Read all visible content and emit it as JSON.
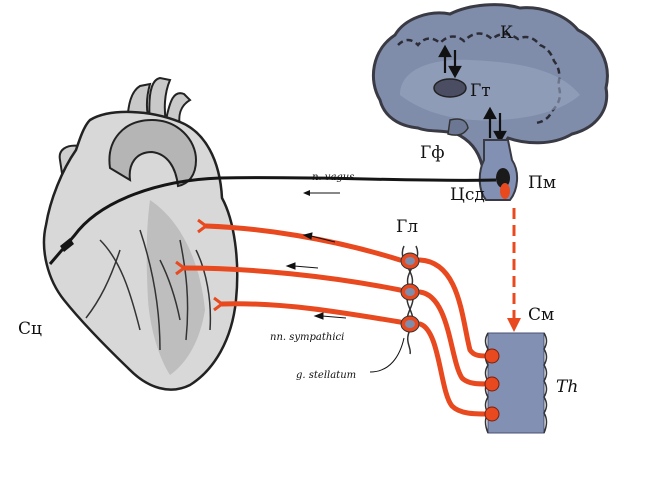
{
  "labels": {
    "cortex": "К",
    "hypothalamus": "Гт",
    "pituitary": "Гф",
    "medulla": "Пм",
    "cardio_center": "Цсд",
    "ganglia": "Гл",
    "heart": "Сц",
    "spinal_cord": "См",
    "thoracic": "Th",
    "vagus": "n. vagus",
    "sympathetic": "nn. sympathici",
    "stellate": "g. stellatum"
  },
  "colors": {
    "brain_fill": "#7f8dab",
    "brain_outline": "#3a3a44",
    "spine_fill": "#8190b3",
    "nerve_sympathetic": "#e8491f",
    "nerve_vagus": "#151515",
    "heart_fill": "#d8d8d8",
    "heart_outline": "#222222"
  }
}
